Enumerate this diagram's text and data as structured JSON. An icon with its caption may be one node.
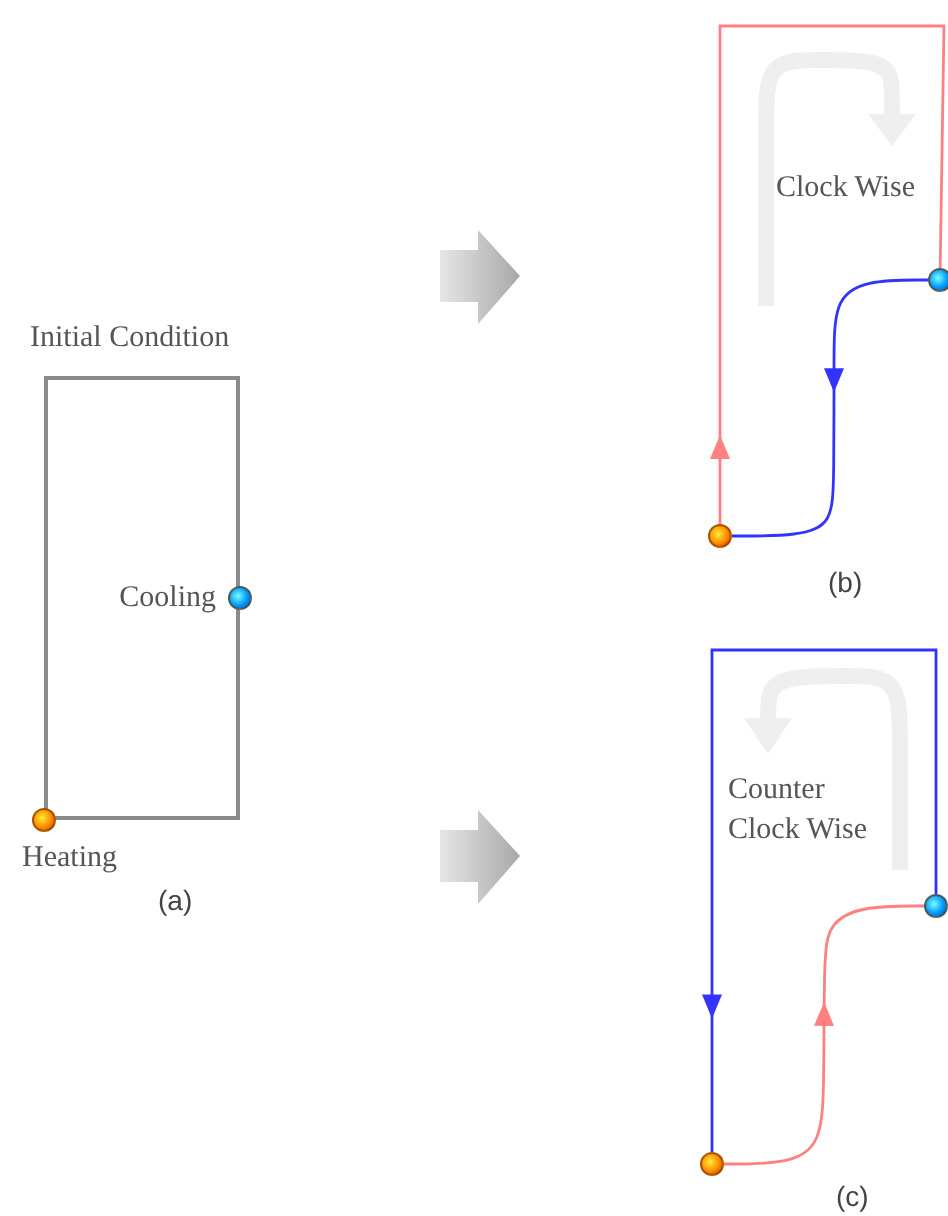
{
  "diagram": {
    "nodes": [
      {
        "text": [
          "Initial Condition"
        ]
      },
      {
        "text": [],
        "shape": "circle",
        "beside": [
          "Heating"
        ]
      },
      {
        "text": [],
        "shape": "circle",
        "beside": [
          "Cooling"
        ]
      },
      {
        "text": [],
        "shape": "circle"
      },
      {
        "text": [],
        "shape": "circle"
      },
      {
        "text": [],
        "shape": "circle"
      },
      {
        "text": [],
        "shape": "circle"
      }
    ],
    "edges": [
      {
        "from": 3,
        "to": 4,
        "arrow": "to",
        "color": "#ff8080"
      },
      {
        "from": 4,
        "to": 3,
        "arrow": "to",
        "color": "#3333ff"
      },
      {
        "from": 6,
        "to": 5,
        "arrow": "to",
        "color": "#3333ff"
      },
      {
        "from": 5,
        "to": 6,
        "arrow": "to",
        "color": "#ff8080"
      }
    ],
    "labels": [
      "(a)",
      "Clock Wise",
      "(b)",
      "Counter Clock Wise",
      "(c)"
    ]
  }
}
